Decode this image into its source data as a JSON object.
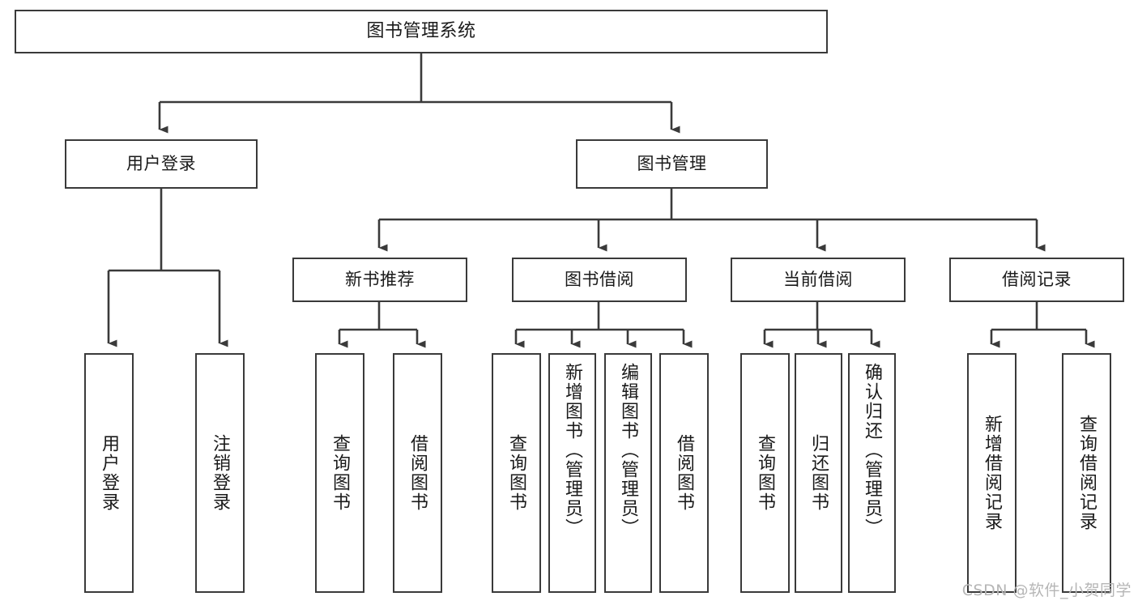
{
  "diagram": {
    "title": "图书管理系统",
    "type": "hierarchy-tree",
    "watermark": "CSDN @软件_小贺同学",
    "colors": {
      "background": "#ffffff",
      "node_border": "#3a3a3a",
      "node_fill": "#ffffff",
      "connector": "#3a3a3a",
      "text": "#1a1a1a",
      "watermark": "#b6b6b6"
    },
    "root": {
      "label": "图书管理系统"
    },
    "level2": [
      {
        "label": "用户登录"
      },
      {
        "label": "图书管理"
      }
    ],
    "level3": [
      {
        "label": "新书推荐"
      },
      {
        "label": "图书借阅"
      },
      {
        "label": "当前借阅"
      },
      {
        "label": "借阅记录"
      }
    ],
    "leaves": {
      "user_login": [
        {
          "label": "用户登录"
        },
        {
          "label": "注销登录"
        }
      ],
      "new_book_recommend": [
        {
          "label": "查询图书"
        },
        {
          "label": "借阅图书"
        }
      ],
      "book_borrow": [
        {
          "label": "查询图书"
        },
        {
          "label": "新增图书（管理员）"
        },
        {
          "label": "编辑图书（管理员）"
        },
        {
          "label": "借阅图书"
        }
      ],
      "current_borrow": [
        {
          "label": "查询图书"
        },
        {
          "label": "归还图书"
        },
        {
          "label": "确认归还（管理员）"
        }
      ],
      "borrow_record": [
        {
          "label": "新增借阅记录"
        },
        {
          "label": "查询借阅记录"
        }
      ]
    }
  }
}
